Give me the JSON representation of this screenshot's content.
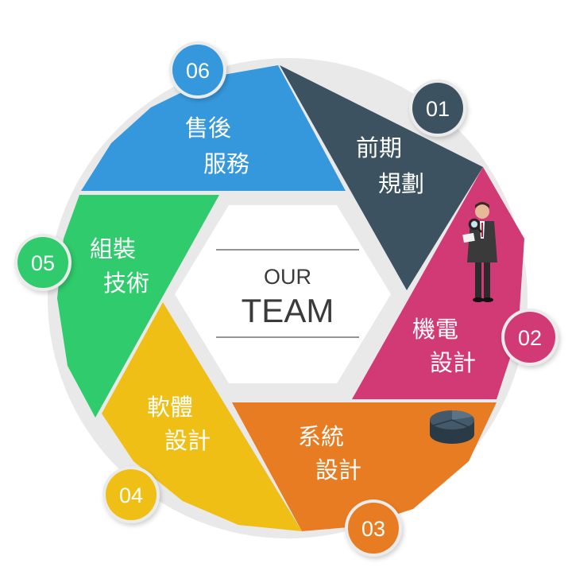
{
  "center": {
    "line1": "OUR",
    "line2": "TEAM"
  },
  "colors": {
    "ring_outer": "#e9e9ea",
    "seg_01": "#3d5261",
    "seg_02": "#d13a74",
    "seg_03": "#e77c22",
    "seg_04": "#efbf16",
    "seg_05": "#2fcb6c",
    "seg_06": "#3698dc"
  },
  "segments": [
    {
      "num": "01",
      "line1": "前期",
      "line2": "規劃"
    },
    {
      "num": "02",
      "line1": "機電",
      "line2": "設計"
    },
    {
      "num": "03",
      "line1": "系統",
      "line2": "設計"
    },
    {
      "num": "04",
      "line1": "軟體",
      "line2": "設計"
    },
    {
      "num": "05",
      "line1": "組裝",
      "line2": "技術"
    },
    {
      "num": "06",
      "line1": "售後",
      "line2": "服務"
    }
  ],
  "icons": [
    "businessman-magnifier-icon",
    "database-pie-icon"
  ]
}
